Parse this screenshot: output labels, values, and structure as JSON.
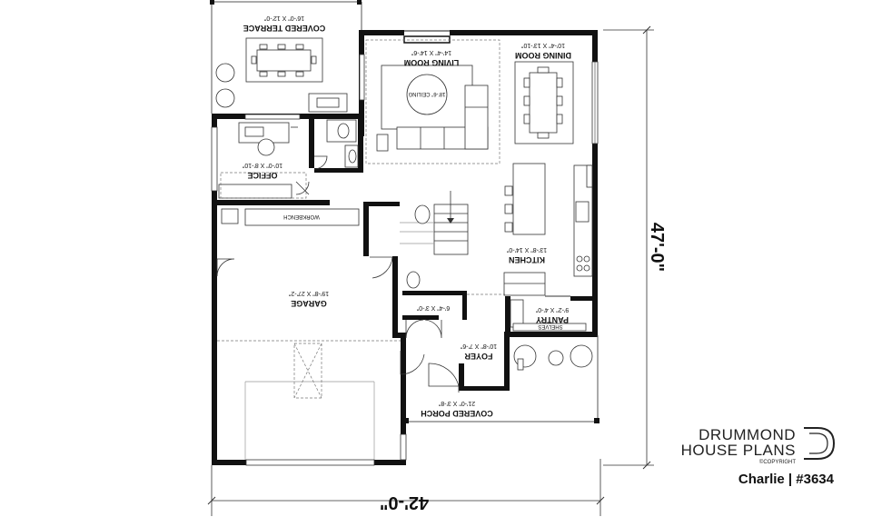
{
  "plan": {
    "name": "Charlie | #3634",
    "brand_line1": "DRUMMOND",
    "brand_line2": "HOUSE PLANS",
    "copyright": "©COPYRIGHT",
    "width_dim": "42'-0\"",
    "depth_dim": "47'-0\""
  },
  "rooms": {
    "terrace": {
      "name": "COVERED TERRACE",
      "dims": "16'-0\" X 12'-0\""
    },
    "living": {
      "name": "LIVING ROOM",
      "dims": "14'-4\" X 14'-6\"",
      "note": "18'-6\" CEILING"
    },
    "dining": {
      "name": "DINING ROOM",
      "dims": "10'-4\" X 13'-10\""
    },
    "office": {
      "name": "OFFICE",
      "dims": "10'-0\" X 8'-10\""
    },
    "garage": {
      "name": "GARAGE",
      "dims": "19'-8\" X 27'-2\""
    },
    "kitchen": {
      "name": "KITCHEN",
      "dims": "13'-8\" X 14'-0\""
    },
    "pantry": {
      "name": "PANTRY",
      "dims": "9'-2\" X 4'-0\"",
      "note": "SHELVES"
    },
    "closet": {
      "dims": "6'-4\" X 3'-0\""
    },
    "foyer": {
      "name": "FOYER",
      "dims": "10'-8\" X 7'-6\""
    },
    "porch": {
      "name": "COVERED PORCH",
      "dims": "21'-0\" X 3'-8\""
    },
    "workbench": {
      "name": "WORKBENCH"
    }
  }
}
